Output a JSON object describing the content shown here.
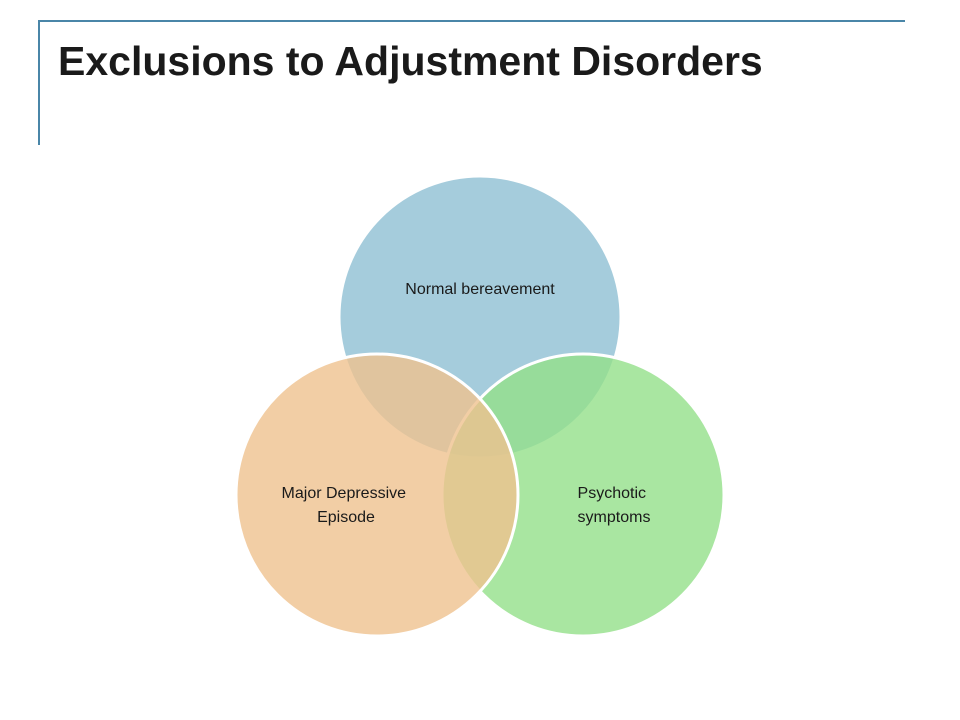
{
  "slide": {
    "title": "Exclusions to Adjustment Disorders"
  },
  "venn": {
    "circles": [
      {
        "id": "top",
        "label_lines": [
          "Normal bereavement"
        ],
        "color": "#8ebfd3"
      },
      {
        "id": "right",
        "label_lines": [
          "Psychotic",
          "symptoms"
        ],
        "color": "#93e08a"
      },
      {
        "id": "left",
        "label_lines": [
          "Major Depressive",
          "Episode"
        ],
        "color": "#efc28e"
      }
    ]
  },
  "colors": {
    "frame": "#4a86a8",
    "title": "#1a1a1a",
    "circle_border": "#ffffff"
  }
}
